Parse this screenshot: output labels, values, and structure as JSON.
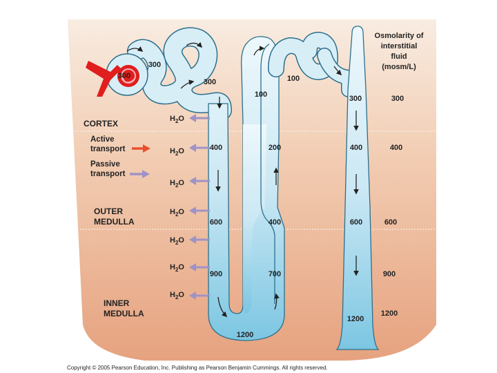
{
  "header": {
    "title_lines": [
      "Osmolarity of",
      "interstitial",
      "fluid",
      "(mosm/L)"
    ]
  },
  "zones": {
    "cortex": "CORTEX",
    "outer_medulla": [
      "OUTER",
      "MEDULLA"
    ],
    "inner_medulla": [
      "INNER",
      "MEDULLA"
    ]
  },
  "legend": {
    "active": [
      "Active",
      "transport"
    ],
    "passive": [
      "Passive",
      "transport"
    ]
  },
  "water_label": {
    "main": "H",
    "sub": "2",
    "end": "O"
  },
  "nephron_values": {
    "glomerulus": "300",
    "proximal_top": "300",
    "proximal_lower": "300",
    "ascending_top": "100",
    "distal": "100",
    "collecting_top": "300",
    "descending": [
      "400",
      "600",
      "900"
    ],
    "ascending": [
      "200",
      "400",
      "700"
    ],
    "loop_bottom": "1200",
    "collecting": [
      "400",
      "600",
      "1200"
    ]
  },
  "interstitial_values": [
    "300",
    "400",
    "600",
    "900",
    "1200"
  ],
  "copyright": "Copyright © 2005 Pearson Education, Inc. Publishing as Pearson Benjamin Cummings. All rights reserved.",
  "colors": {
    "background_top": "#f7e6d8",
    "background_bottom": "#e9a783",
    "tubule_fill": "#d8eef7",
    "tubule_edge": "#2b6f8c",
    "blood": "#e01e1e",
    "active_arrow": "#e8502c",
    "passive_arrow": "#9f93c6"
  },
  "icons": [
    "water-arrow-icon",
    "active-transport-arrow-icon",
    "passive-transport-arrow-icon",
    "flow-direction-arrow-icon",
    "glomerulus-icon"
  ]
}
